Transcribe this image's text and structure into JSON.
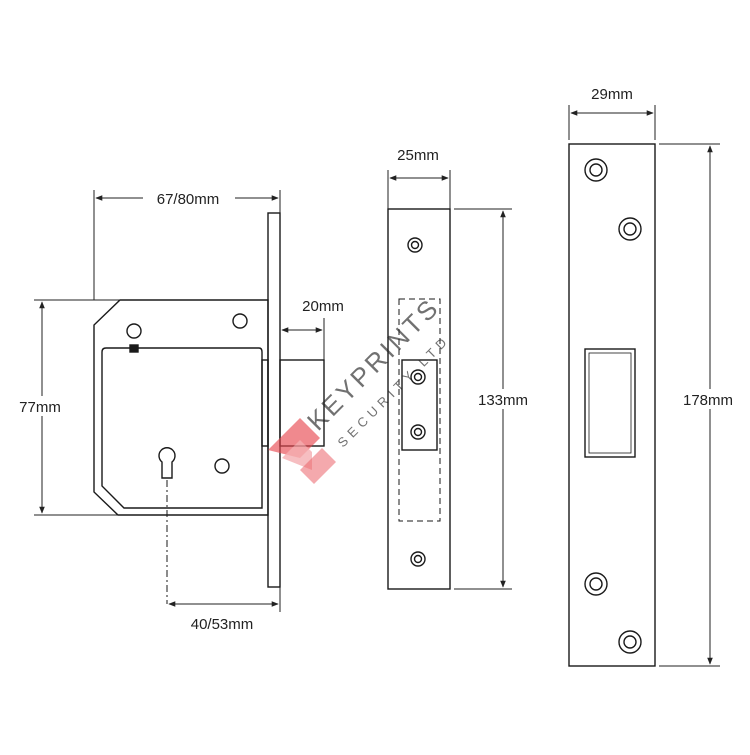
{
  "colors": {
    "line": "#1a1a1a",
    "dim_line": "#222222",
    "watermark_red": "#e8474f",
    "watermark_grey": "#9a9a9a"
  },
  "lock_body": {
    "backset_width_label": "67/80mm",
    "height_label": "77mm",
    "keyhole_backset_label": "40/53mm",
    "bolt_throw_label": "20mm"
  },
  "forend": {
    "width_label": "25mm",
    "height_label": "133mm"
  },
  "striking_plate": {
    "width_label": "29mm",
    "height_label": "178mm"
  },
  "watermark": {
    "brand": "KEYPRINTS",
    "tagline": "SECURITY LTD"
  }
}
